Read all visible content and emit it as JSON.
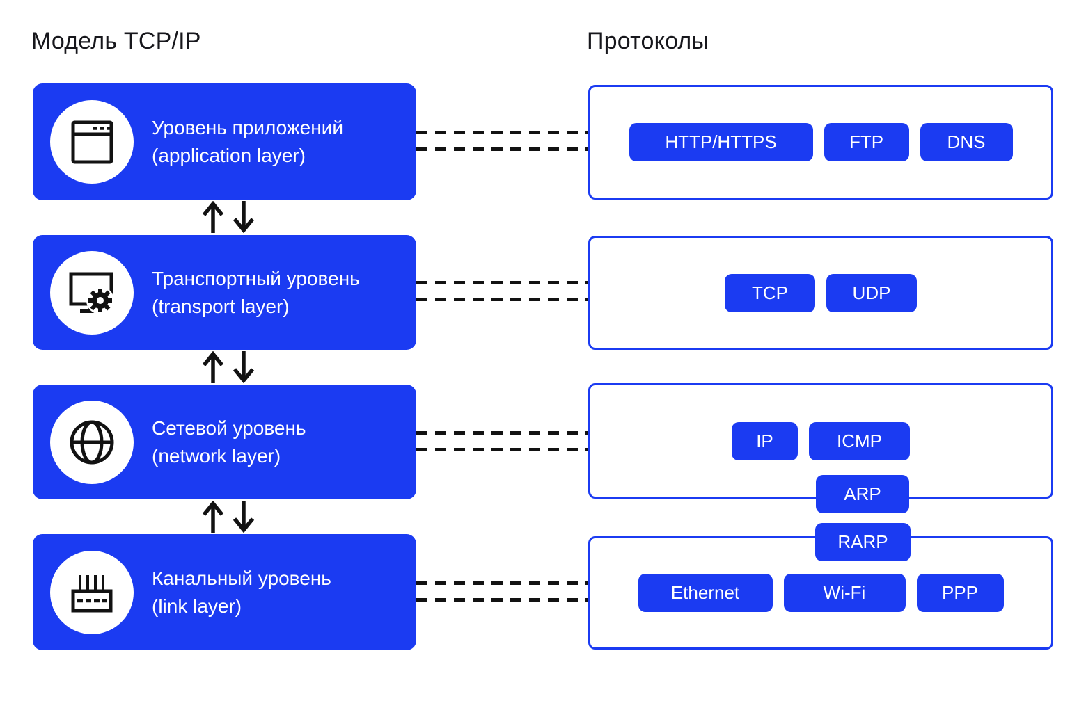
{
  "titles": {
    "left": "Модель TCP/IP",
    "right": "Протоколы"
  },
  "colors": {
    "accent_blue": "#1b3bf2",
    "text_black": "#17171c",
    "layer_text_white": "#ffffff",
    "background": "#ffffff",
    "connector_black": "#121212"
  },
  "layers": [
    {
      "title": "Уровень приложений",
      "subtitle": "(application layer)",
      "icon": "browser-window-icon",
      "protocols": [
        "HTTP/HTTPS",
        "FTP",
        "DNS"
      ]
    },
    {
      "title": "Транспортный уровень",
      "subtitle": "(transport layer)",
      "icon": "monitor-gear-icon",
      "protocols": [
        "TCP",
        "UDP"
      ]
    },
    {
      "title": "Сетевой уровень",
      "subtitle": "(network layer)",
      "icon": "globe-icon",
      "protocols": [
        "IP",
        "ICMP"
      ],
      "bridge_protocol": "ARP"
    },
    {
      "title": "Канальный уровень",
      "subtitle": "(link layer)",
      "icon": "router-icon",
      "protocols": [
        "Ethernet",
        "Wi-Fi",
        "PPP"
      ],
      "bridge_protocol": "RARP"
    }
  ]
}
